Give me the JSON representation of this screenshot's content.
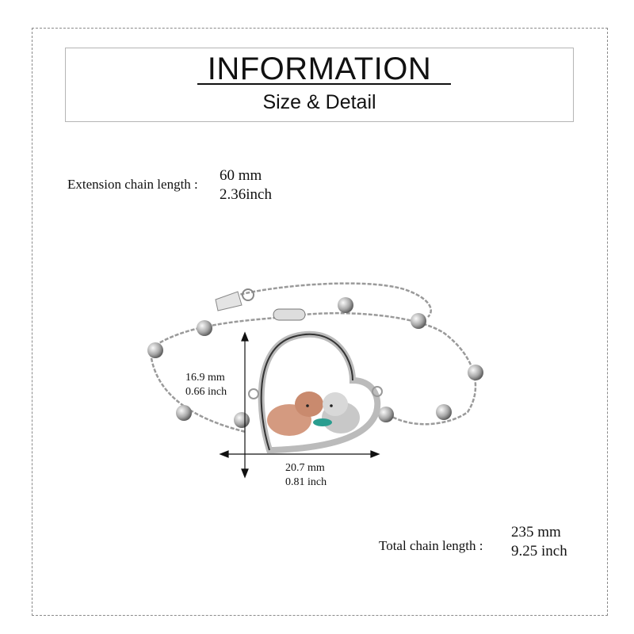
{
  "header": {
    "title": "INFORMATION",
    "subtitle": "Size & Detail"
  },
  "extension": {
    "label": "Extension chain length :",
    "mm": "60 mm",
    "inch": "2.36inch"
  },
  "pendant": {
    "height_mm": "16.9 mm",
    "height_inch": "0.66 inch",
    "width_mm": "20.7 mm",
    "width_inch": "0.81 inch"
  },
  "total": {
    "label": "Total chain length :",
    "mm": "235 mm",
    "inch": "9.25 inch"
  },
  "colors": {
    "silver": "#c8c8c8",
    "rose_gold": "#d49a80",
    "turquoise": "#2a9d8f"
  }
}
